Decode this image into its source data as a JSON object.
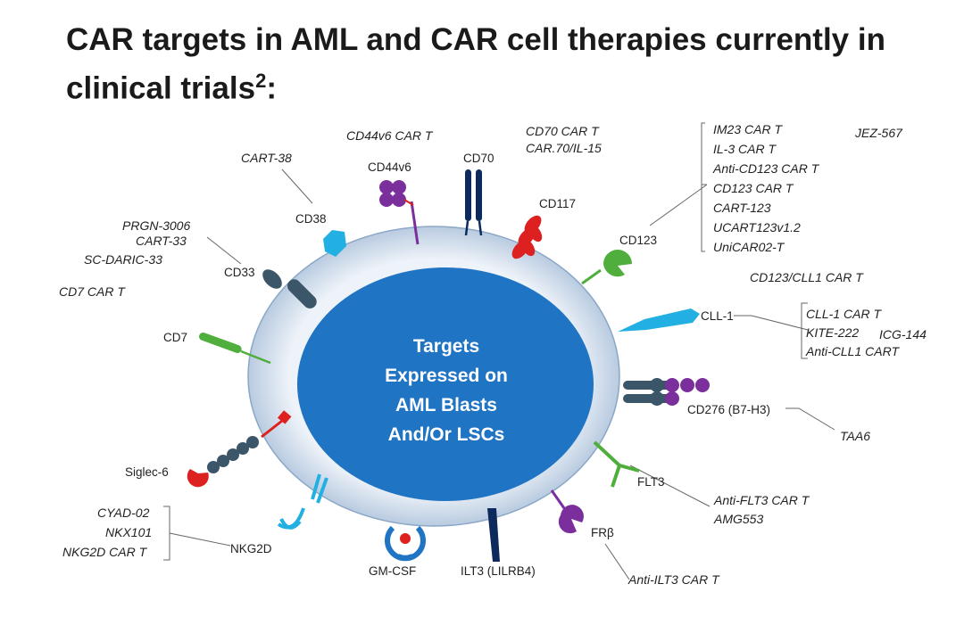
{
  "title": {
    "main": "CAR targets in AML and CAR cell therapies currently in clinical trials",
    "superscript": "2",
    "suffix": ":"
  },
  "center": {
    "lines": [
      "Targets",
      "Expressed on",
      "AML Blasts",
      "And/Or LSCs"
    ]
  },
  "markers": {
    "cd38": "CD38",
    "cd44v6": "CD44v6",
    "cd70": "CD70",
    "cd117": "CD117",
    "cd123": "CD123",
    "cd33": "CD33",
    "cll1": "CLL-1",
    "cd7": "CD7",
    "cd276": "CD276 (B7-H3)",
    "siglec6": "Siglec-6",
    "flt3": "FLT3",
    "nkg2d": "NKG2D",
    "gmcsf": "GM-CSF",
    "ilt3": "ILT3 (LILRB4)",
    "frb": "FRβ"
  },
  "therapies": {
    "cart38": "CART-38",
    "cd44v6": "CD44v6 CAR T",
    "cd70_1": "CD70 CAR T",
    "cd70_2": "CAR.70/IL-15",
    "cd123": [
      "IM23 CAR T",
      "IL-3 CAR T",
      "Anti-CD123 CAR T",
      "CD123 CAR T",
      "CART-123",
      "UCART123v1.2",
      "UniCAR02-T"
    ],
    "jez": "JEZ-567",
    "cd123_cll1": "CD123/CLL1 CAR T",
    "cd33": [
      "PRGN-3006",
      "CART-33",
      "SC-DARIC-33"
    ],
    "cd7": "CD7 CAR T",
    "cll1": [
      "CLL-1 CAR T",
      "KITE-222",
      "Anti-CLL1 CART"
    ],
    "icg": "ICG-144",
    "taa6": "TAA6",
    "flt3": [
      "Anti-FLT3 CAR T",
      "AMG553"
    ],
    "nkg2d": [
      "CYAD-02",
      "NKX101",
      "NKG2D CAR T"
    ],
    "ilt3": "Anti-ILT3 CAR T"
  },
  "colors": {
    "cell_outer": "#dfe8f4",
    "cell_inner": "#1f74c4",
    "purple": "#7a2f9c",
    "navy": "#0c2a5b",
    "red": "#dd2020",
    "green": "#4fae3c",
    "cyan": "#22b0e3",
    "slate": "#3b5569"
  }
}
